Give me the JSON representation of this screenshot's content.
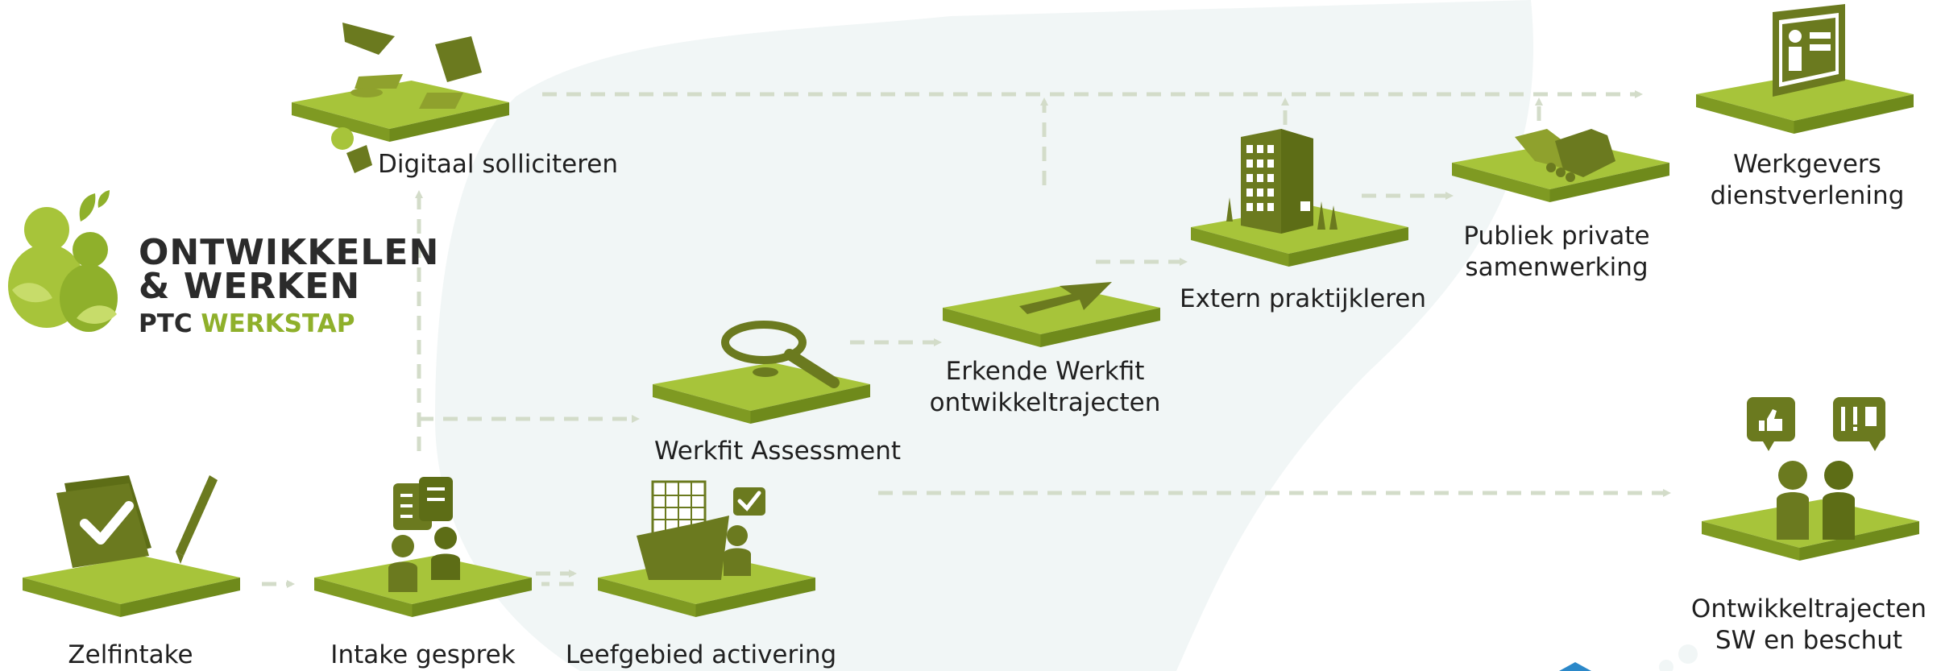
{
  "logo": {
    "line1": "ONTWIKKELEN",
    "line2": "& WERKEN",
    "line3a": "PTC ",
    "line3b": "WERKSTAP"
  },
  "colors": {
    "tile_top": "#a7c43a",
    "tile_side": "#7f9a22",
    "icon_dark": "#6b7a1f",
    "arrow": "#d3dcc9",
    "blob": "#f1f6f6"
  },
  "nodes": [
    {
      "id": "zelfintake",
      "label": "Zelfintake",
      "icon": "checkbox-pencil-icon"
    },
    {
      "id": "intake",
      "label": "Intake gesprek",
      "icon": "two-people-chat-icon"
    },
    {
      "id": "leefgebied",
      "label": "Leefgebied activering",
      "icon": "calendar-folder-person-icon"
    },
    {
      "id": "digitaal",
      "label": "Digitaal solliciteren",
      "icon": "documents-folder-icon"
    },
    {
      "id": "werkfit",
      "label": "Werkfit Assessment",
      "icon": "magnifier-icon"
    },
    {
      "id": "erkende",
      "label": "Erkende Werkfit\nontwikkeltrajecten",
      "icon": "arrow-icon"
    },
    {
      "id": "extern",
      "label": "Extern praktijkleren",
      "icon": "building-trees-icon"
    },
    {
      "id": "publiek",
      "label": "Publiek private\nsamenwerking",
      "icon": "handshake-icon"
    },
    {
      "id": "werkgevers",
      "label": "Werkgevers\ndienstverlening",
      "icon": "id-card-icon"
    },
    {
      "id": "ontwikkeltrajecten",
      "label": "Ontwikkeltrajecten\nSW en beschut",
      "icon": "two-people-feedback-icon"
    }
  ]
}
